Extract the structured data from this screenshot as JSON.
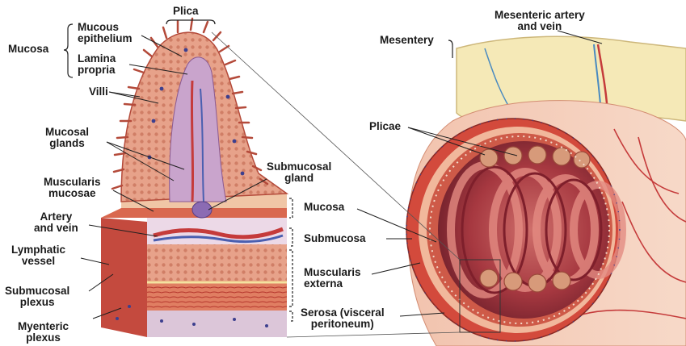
{
  "labels": {
    "plica": "Plica",
    "mucosa_left": "Mucosa",
    "mucous_epithelium": "Mucous\nepithelium",
    "lamina_propria": "Lamina\npropria",
    "villi": "Villi",
    "mucosal_glands": "Mucosal\nglands",
    "muscularis_mucosae": "Muscularis\nmucosae",
    "artery_and_vein": "Artery\nand vein",
    "lymphatic_vessel": "Lymphatic\nvessel",
    "submucosal_plexus": "Submucosal\nplexus",
    "myenteric_plexus": "Myenteric\nplexus",
    "submucosal_gland": "Submucosal\ngland",
    "mucosa_right": "Mucosa",
    "submucosa": "Submucosa",
    "muscularis_externa": "Muscularis\nexterna",
    "serosa": "Serosa (visceral\nperitoneum)",
    "mesentery": "Mesentery",
    "mesenteric_artery_and_vein": "Mesenteric artery\nand vein",
    "plicae": "Plicae"
  },
  "colors": {
    "muscle": "#c9433a",
    "muscle_light": "#e59a84",
    "villus": "#d98a72",
    "lamina": "#c7a0c8",
    "submucosa": "#e7d3e3",
    "serosa": "#d9c2d6",
    "mesentery": "#f3e7b2",
    "lumen": "#a8303a",
    "leader": "#1f1f1f"
  }
}
